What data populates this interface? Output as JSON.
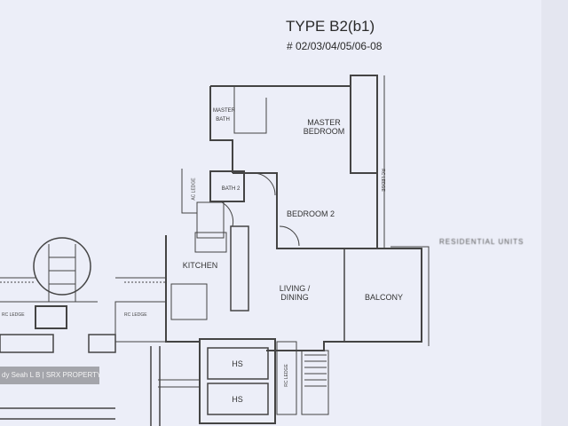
{
  "header": {
    "title": "TYPE B2(b1)",
    "units": "# 02/03/04/05/06-08"
  },
  "rooms": {
    "master_bath": "MASTER BATH",
    "master_bedroom": "MASTER BEDROOM",
    "bath2": "BATH 2",
    "bedroom2": "BEDROOM 2",
    "kitchen": "KITCHEN",
    "living_dining": "LIVING / DINING",
    "balcony": "BALCONY",
    "hs1": "HS",
    "hs2": "HS"
  },
  "ledges": [
    "AC LEDGE",
    "RC LEDGE",
    "RC LEDGE",
    "RC LEDGE",
    "RC LEDGE"
  ],
  "side_note": "RESIDENTIAL UNITS",
  "watermark": "dy Seah L B | SRX PROPERTY"
}
